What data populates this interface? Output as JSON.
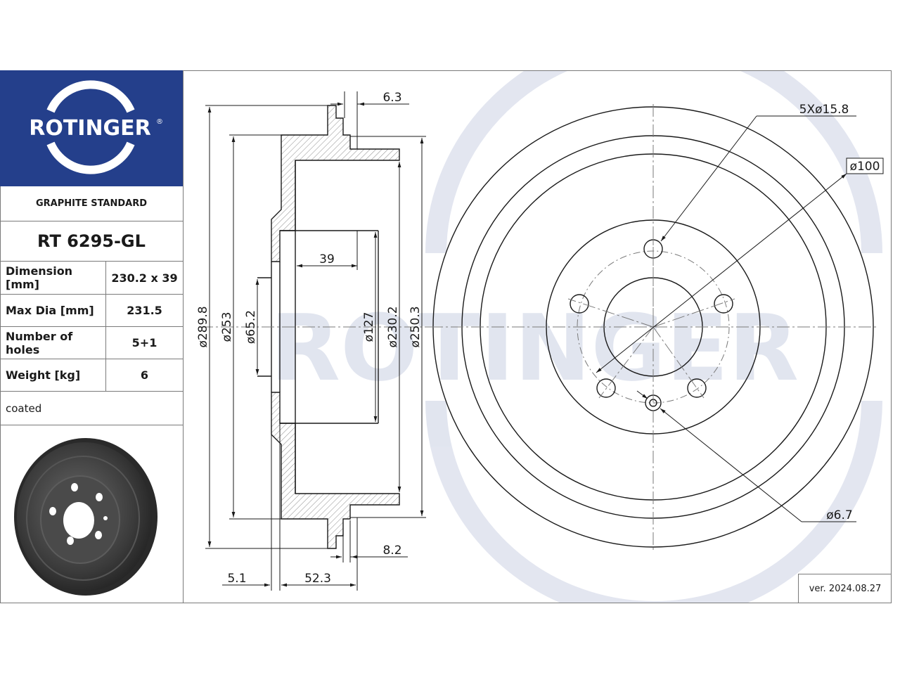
{
  "brand": {
    "name": "ROTINGER",
    "registered": "®",
    "accent": "#243f8b"
  },
  "product": {
    "series": "GRAPHITE STANDARD",
    "part_number": "RT 6295-GL",
    "note": "coated"
  },
  "specs": [
    {
      "label": "Dimension [mm]",
      "value": "230.2 x 39"
    },
    {
      "label": "Max Dia [mm]",
      "value": "231.5"
    },
    {
      "label": "Number of holes",
      "value": "5+1"
    },
    {
      "label": "Weight [kg]",
      "value": "6"
    }
  ],
  "version": "ver. 2024.08.27",
  "dimensions": {
    "d289": "ø289.8",
    "d253": "ø253",
    "d65": "ø65.2",
    "d127": "ø127",
    "d230": "ø230.2",
    "d250": "ø250.3",
    "w39": "39",
    "t63": "6.3",
    "t82": "8.2",
    "t51": "5.1",
    "h523": "52.3",
    "holes": "5Xø15.8",
    "pcd": "ø100",
    "small_hole": "ø6.7"
  },
  "watermark": "ROTINGER"
}
